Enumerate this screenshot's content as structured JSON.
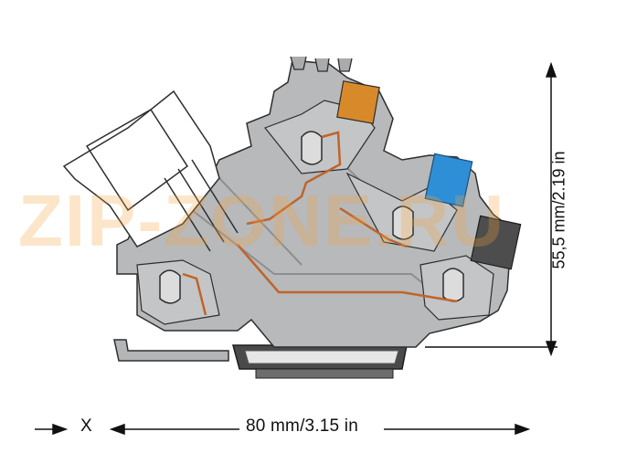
{
  "dimensions": {
    "width_label": "80 mm/3.15 in",
    "height_label": "55,5 mm/2.19 in",
    "x_label": "X"
  },
  "watermark": {
    "text": "ZIP-ZONE.RU"
  },
  "colors": {
    "housing": "#b7b9bb",
    "housing_dark": "#8c8f92",
    "outline": "#2e2e2e",
    "conductor": "#c0642a",
    "orange_marker": "#d88a2a",
    "blue_marker": "#2f8fd6",
    "rail": "#4a4a4a"
  }
}
